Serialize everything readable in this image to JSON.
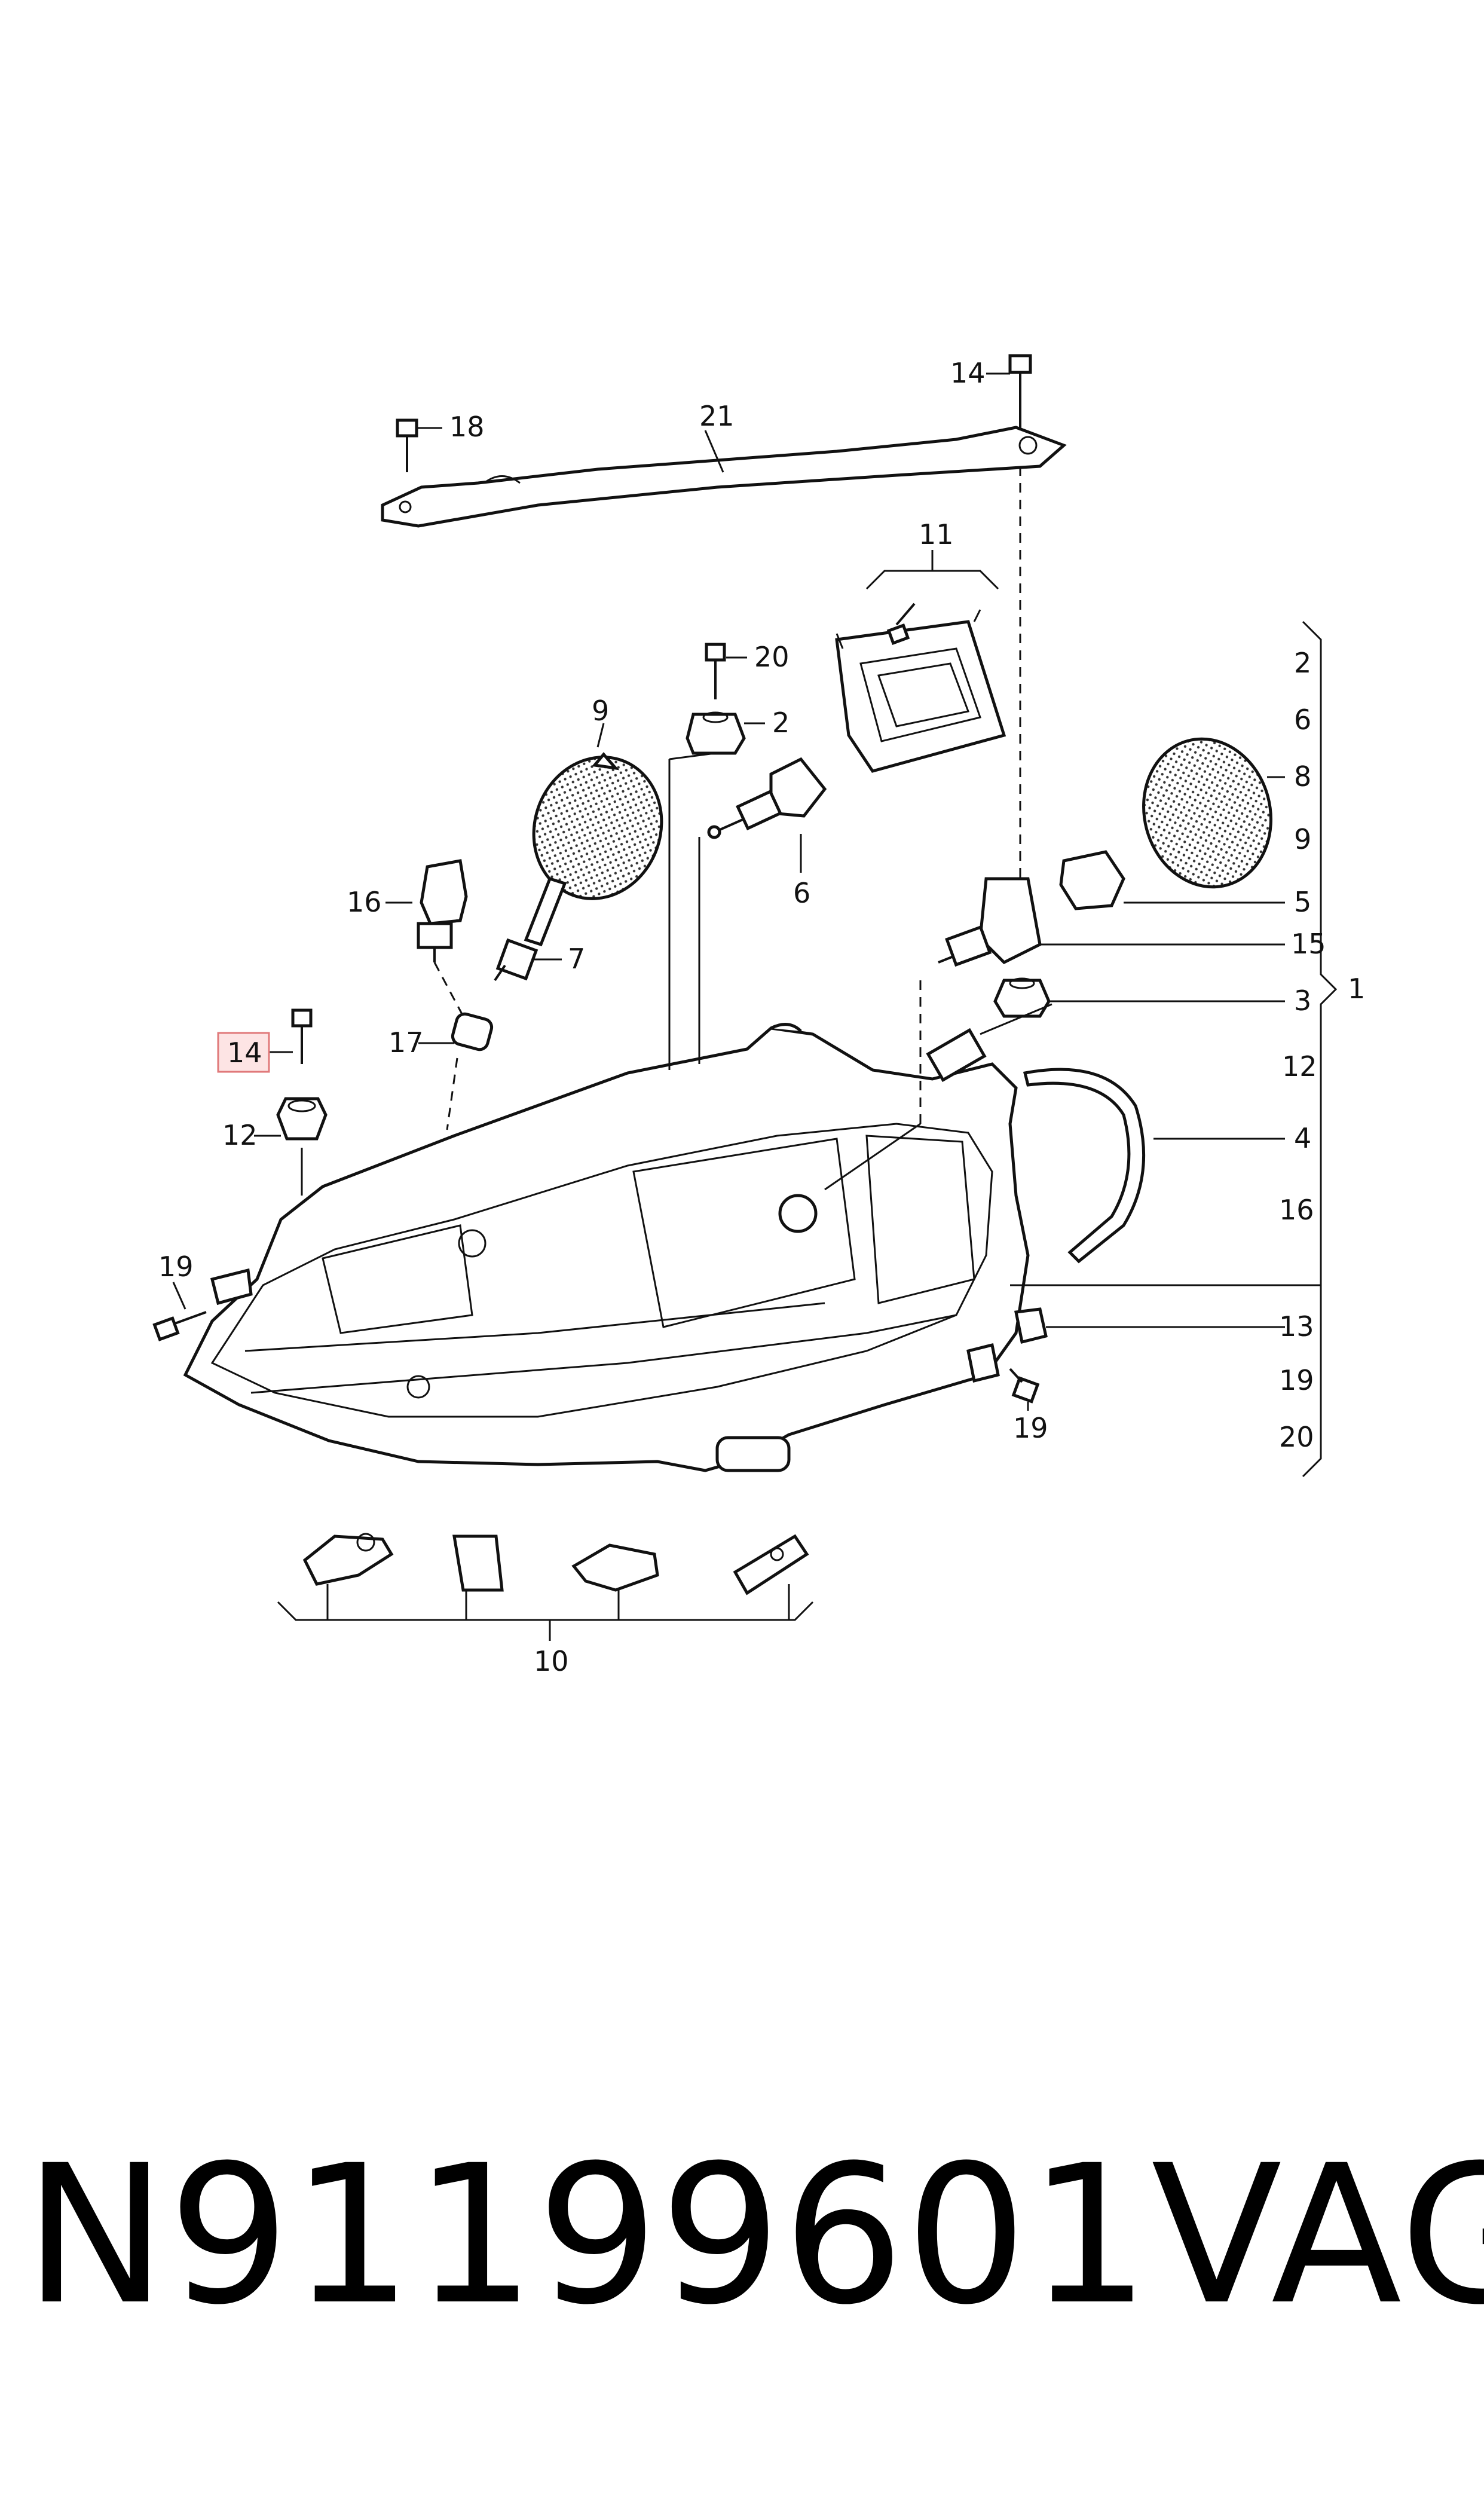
{
  "callouts": {
    "c21": "21",
    "c18": "18",
    "c14_top": "14",
    "c11": "11",
    "c20": "20",
    "c2": "2",
    "c9": "9",
    "c6": "6",
    "c16": "16",
    "c7": "7",
    "c14_sel": "14",
    "c17": "17",
    "c12": "12",
    "c19_left": "19",
    "c19_bottom": "19",
    "c10": "10",
    "c5": "5",
    "c15": "15",
    "c3": "3",
    "c4": "4",
    "c13": "13",
    "c8": "8",
    "c1": "1"
  },
  "bracket_list": [
    "2",
    "6",
    "8",
    "9",
    "5",
    "15",
    "3",
    "12",
    "4",
    "16",
    "13",
    "19",
    "20"
  ],
  "footer": {
    "part_number": "N91199601",
    "brand": "VAG"
  },
  "colors": {
    "highlight_fill": "#fde4e4",
    "highlight_border": "#e0797a",
    "ink": "#111111"
  }
}
